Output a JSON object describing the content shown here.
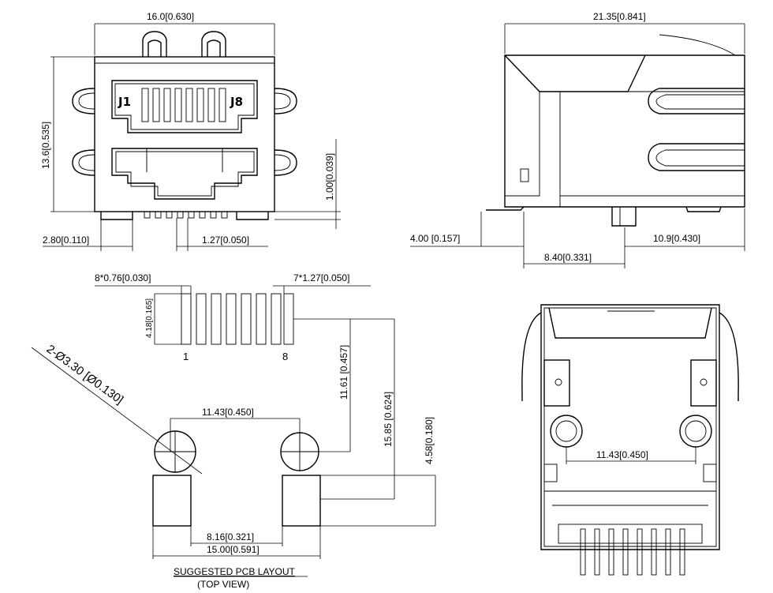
{
  "front_view": {
    "width_dim": "16.0[0.630]",
    "height_dim": "13.6[0.535]",
    "standoff_dim": "1.00[0.039]",
    "edge_dim": "2.80[0.110]",
    "pitch_dim": "1.27[0.050]",
    "pin1_label": "J1",
    "pin8_label": "J8"
  },
  "side_view": {
    "length_dim": "21.35[0.841]",
    "tail_dim": "4.00 [0.157]",
    "post_dim": "10.9[0.430]",
    "offset_dim": "8.40[0.331]"
  },
  "pcb_layout": {
    "pad_width_dim": "8*0.76[0.030]",
    "pad_pitch_dim": "7*1.27[0.050]",
    "pad_length_dim": "4.18[0.165]",
    "pad_first": "1",
    "pad_last": "8",
    "hole_dim": "2-Ø3.30 [Ø0.130]",
    "hole_spacing_dim": "11.43[0.450]",
    "row_offset_dim": "11.61 [0.457]",
    "row_total_dim": "15.85 [0.624]",
    "shield_dim": "4.58[0.180]",
    "shield_inner_dim": "8.16[0.321]",
    "shield_outer_dim": "15.00[0.591]",
    "caption": "SUGGESTED PCB LAYOUT",
    "subcaption": "(TOP VIEW)"
  },
  "bottom_view": {
    "post_spacing_dim": "11.43[0.450]"
  }
}
